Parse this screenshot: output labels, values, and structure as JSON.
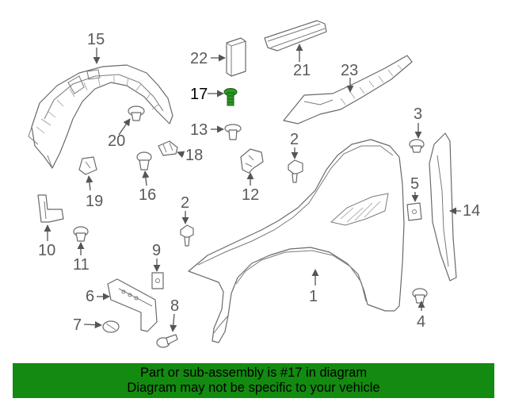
{
  "diagram": {
    "highlight_part": "17",
    "callouts": [
      "15",
      "22",
      "21",
      "23",
      "17",
      "13",
      "3",
      "2",
      "20",
      "18",
      "12",
      "19",
      "16",
      "5",
      "14",
      "10",
      "11",
      "9",
      "1",
      "6",
      "8",
      "7",
      "4"
    ],
    "colors": {
      "line": "#6a6a6a",
      "label": "#5a5a5a",
      "highlight": "#1f8a1a"
    }
  },
  "banner": {
    "line1": "Part or sub-assembly is #17 in diagram",
    "line2": "Diagram may not be specific to your vehicle",
    "background": "#138a10"
  }
}
